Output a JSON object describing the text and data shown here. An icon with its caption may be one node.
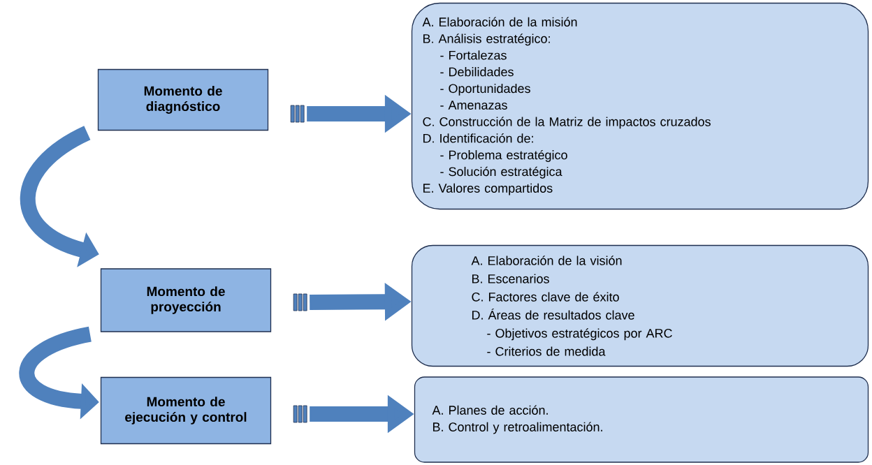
{
  "diagram": {
    "nodes": [
      {
        "text": [
          "Momento de diagnóstico"
        ]
      },
      {
        "text": [
          "A. Elaboración de la misión",
          "B. Análisis estratégico:",
          "- Fortalezas",
          "- Debilidades",
          "- Oportunidades",
          "- Amenazas",
          "C. Construcción de la Matriz de impactos cruzados",
          "D. Identificación de:",
          "- Problema estratégico",
          "- Solución estratégica",
          "E. Valores compartidos"
        ]
      },
      {
        "text": [
          "Momento de proyección"
        ]
      },
      {
        "text": [
          "A. Elaboración de la visión",
          "B. Escenarios",
          "C. Factores clave de éxito",
          "D. Áreas de resultados clave",
          "- Objetivos estratégicos por ARC",
          "- Criterios de medida"
        ]
      },
      {
        "text": [
          "Momento de ejecución y control"
        ]
      },
      {
        "text": [
          "A. Planes de acción.",
          "B. Control y retroalimentación."
        ]
      }
    ],
    "edges": [
      {
        "from": 0,
        "to": 1,
        "arrow": "to"
      },
      {
        "from": 2,
        "to": 3,
        "arrow": "to"
      },
      {
        "from": 4,
        "to": 5,
        "arrow": "to"
      },
      {
        "from": 0,
        "to": 2,
        "arrow": "to"
      },
      {
        "from": 2,
        "to": 4,
        "arrow": "to"
      }
    ]
  }
}
